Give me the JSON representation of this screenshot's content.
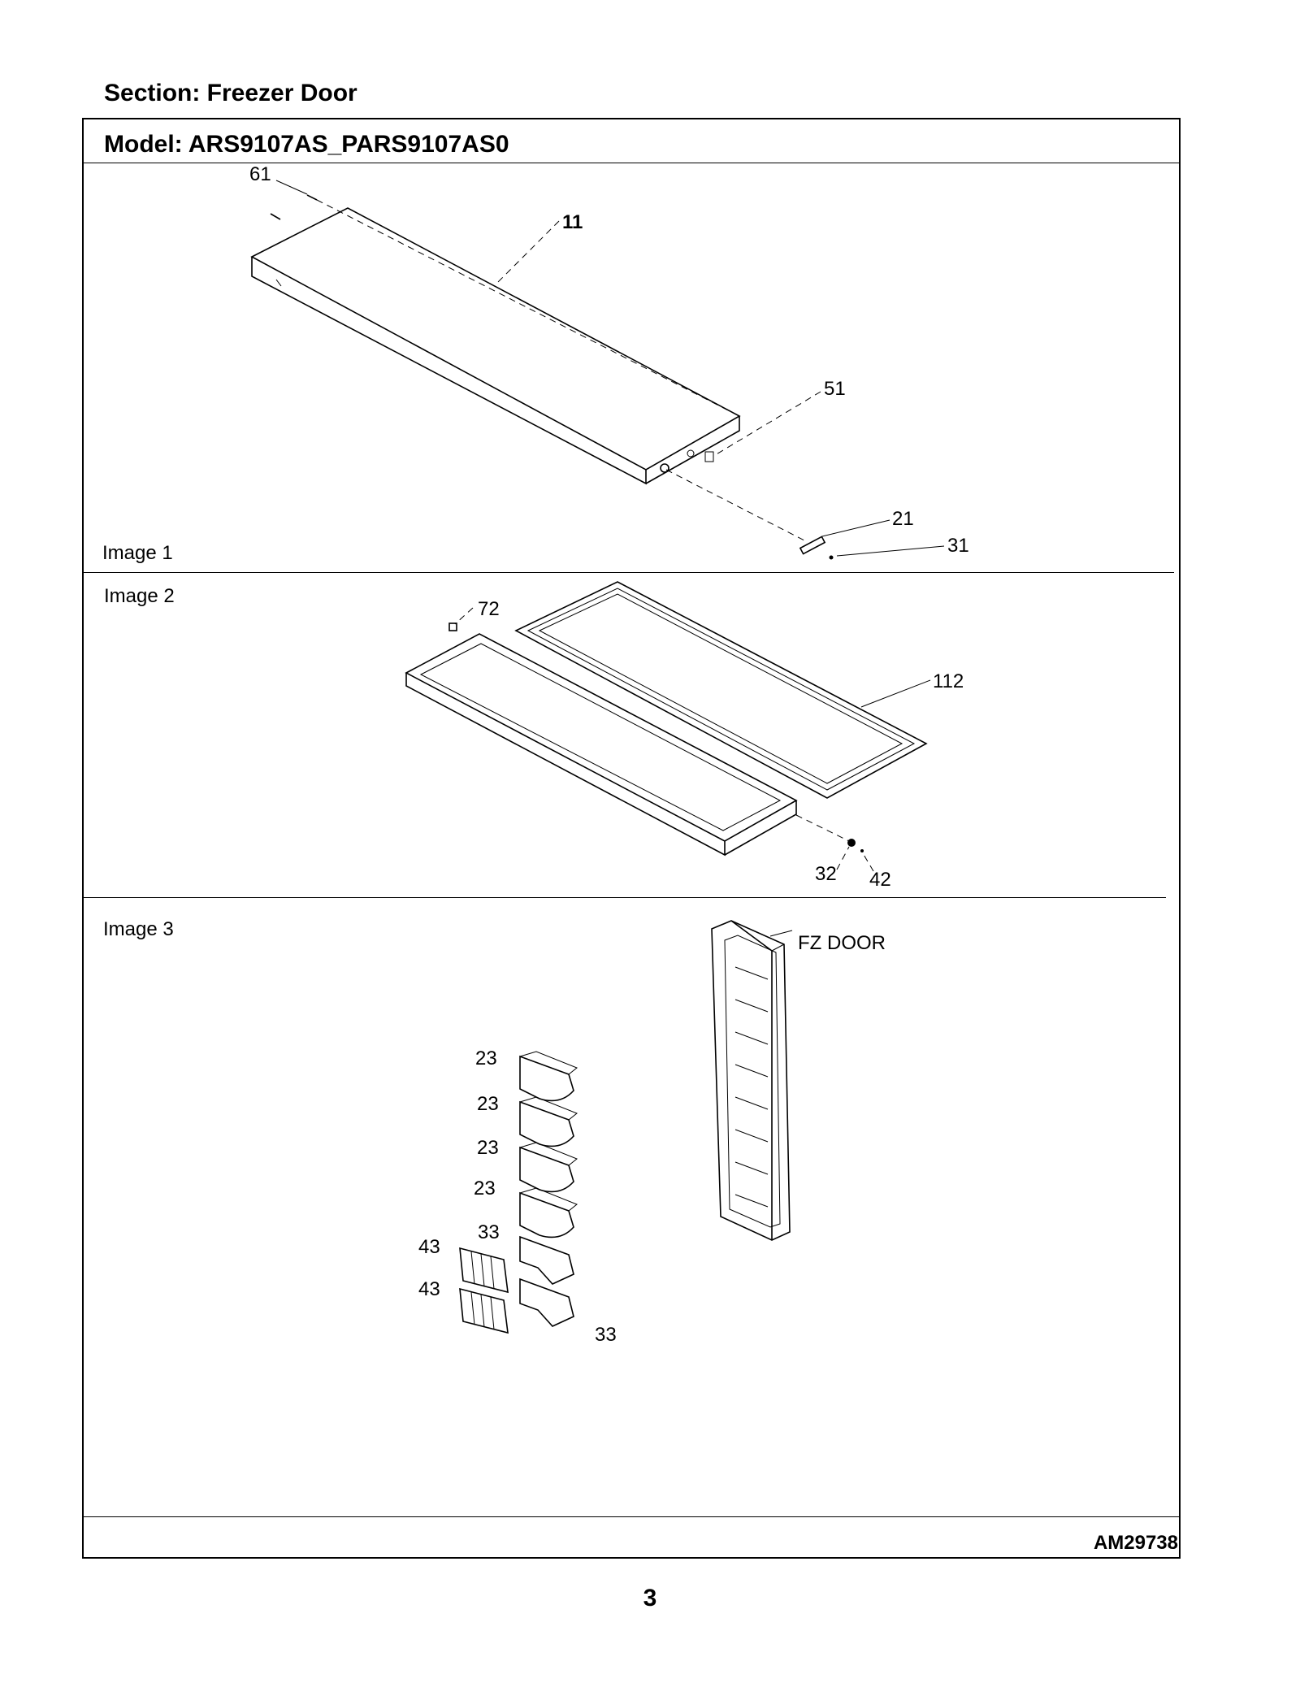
{
  "section": {
    "title": "Section:  Freezer Door"
  },
  "model": {
    "title": "Model:  ARS9107AS_PARS9107AS0"
  },
  "images": [
    {
      "label": "Image 1",
      "callouts": [
        "61",
        "11",
        "51",
        "21",
        "31"
      ]
    },
    {
      "label": "Image 2",
      "callouts": [
        "72",
        "112",
        "32",
        "42"
      ]
    },
    {
      "label": "Image 3",
      "callouts": [
        "FZ DOOR",
        "23",
        "23",
        "23",
        "23",
        "33",
        "43",
        "43",
        "33"
      ]
    }
  ],
  "footer": {
    "doc_id": "AM29738",
    "page": "3"
  }
}
